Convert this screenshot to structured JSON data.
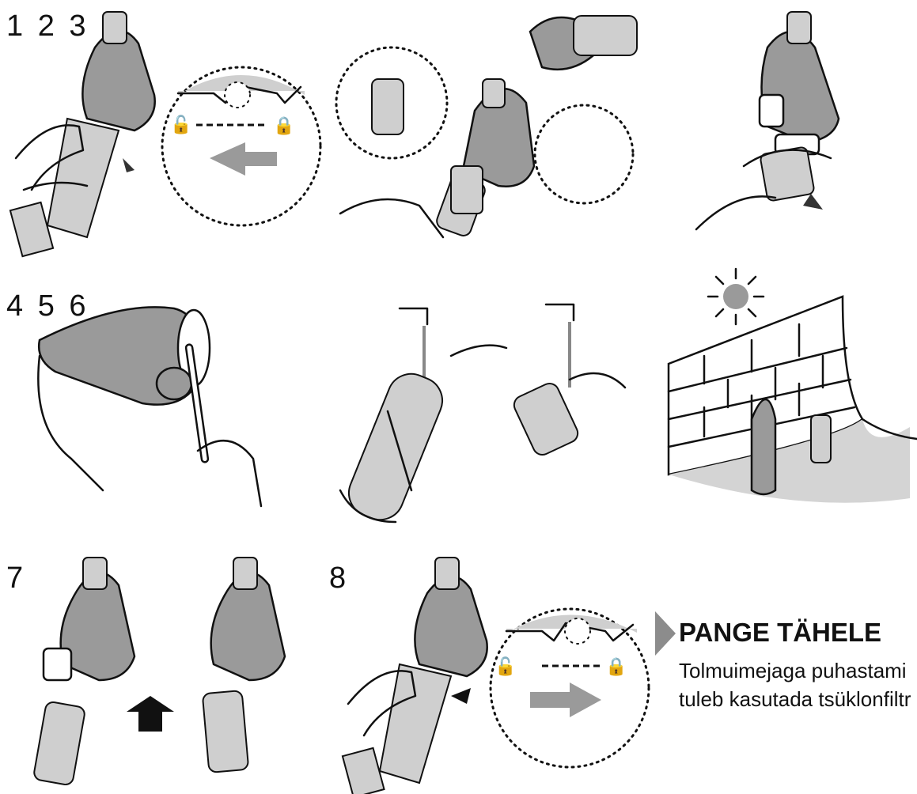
{
  "steps": {
    "row1": "1 2 3",
    "row2": "4 5 6",
    "row3a": "7",
    "row3b": "8"
  },
  "note": {
    "title": "PANGE TÄHELE",
    "line1": "Tolmuimejaga puhastami",
    "line2": "tuleb kasutada tsüklonfiltr"
  },
  "colors": {
    "accent_grey": "#8c8c8c",
    "ink": "#111111"
  }
}
